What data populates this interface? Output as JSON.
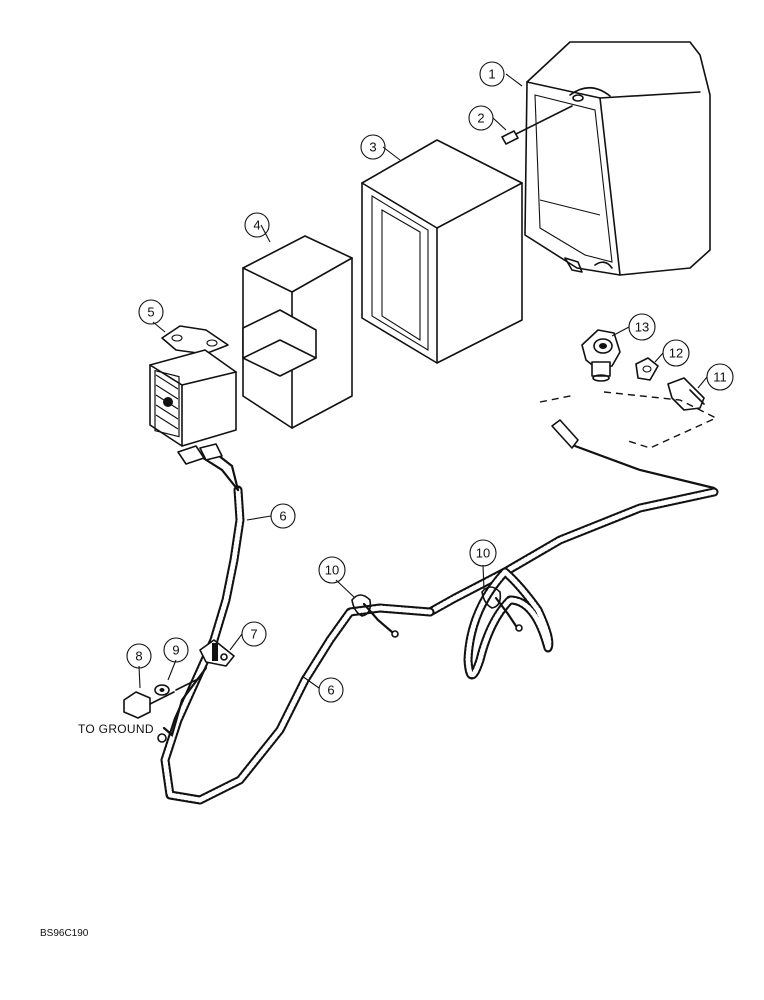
{
  "callouts": [
    {
      "id": "1",
      "label": "1"
    },
    {
      "id": "2",
      "label": "2"
    },
    {
      "id": "3",
      "label": "3"
    },
    {
      "id": "4",
      "label": "4"
    },
    {
      "id": "5",
      "label": "5"
    },
    {
      "id": "6a",
      "label": "6"
    },
    {
      "id": "7",
      "label": "7"
    },
    {
      "id": "8",
      "label": "8"
    },
    {
      "id": "9",
      "label": "9"
    },
    {
      "id": "10a",
      "label": "10"
    },
    {
      "id": "10b",
      "label": "10"
    },
    {
      "id": "6b",
      "label": "6"
    },
    {
      "id": "11",
      "label": "11"
    },
    {
      "id": "12",
      "label": "12"
    },
    {
      "id": "13",
      "label": "13"
    }
  ],
  "note": "TO GROUND",
  "figure_code": "BS96C190"
}
